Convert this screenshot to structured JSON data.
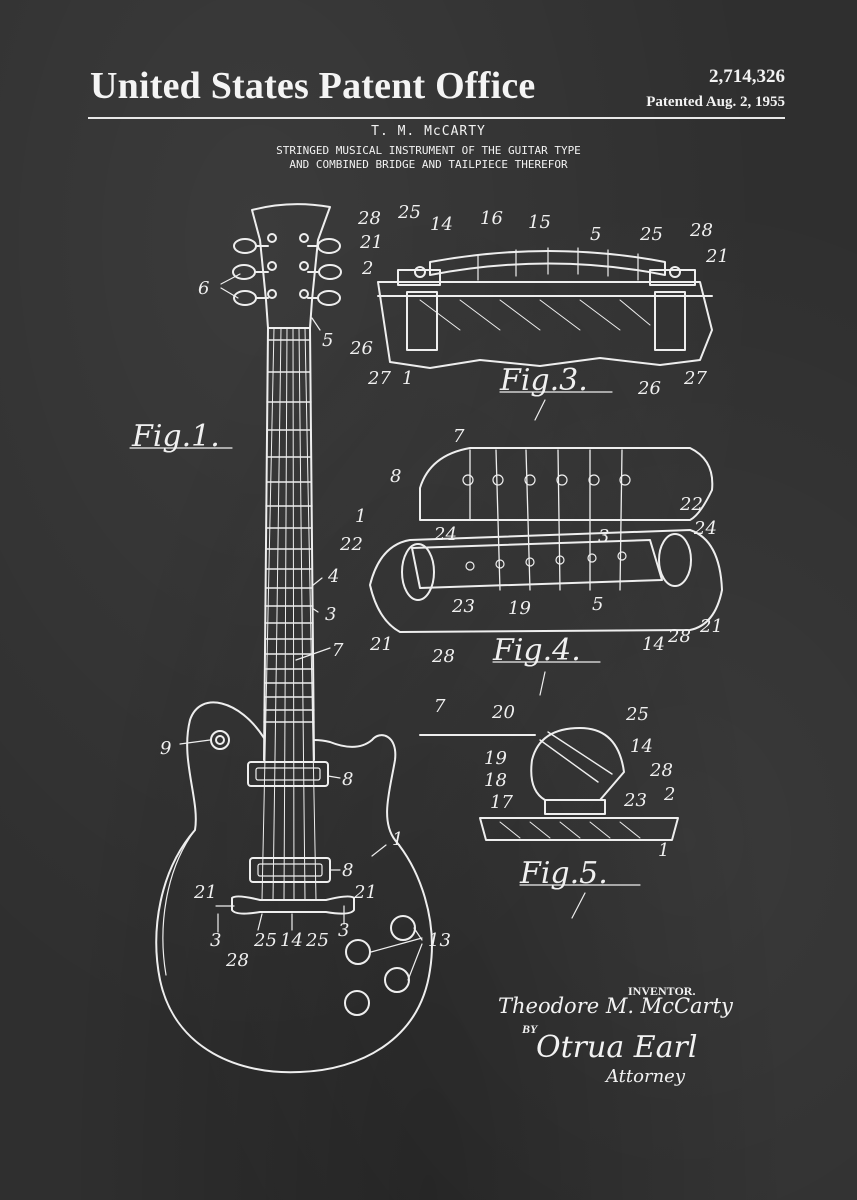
{
  "header": {
    "title": "United States Patent Office",
    "patent_number": "2,714,326",
    "patent_date": "Patented Aug. 2, 1955"
  },
  "patent": {
    "inventor_short": "T. M. McCARTY",
    "title_line_1": "STRINGED MUSICAL INSTRUMENT OF THE GUITAR TYPE",
    "title_line_2": "AND COMBINED BRIDGE AND TAILPIECE THEREFOR"
  },
  "figures": {
    "fig1": "Fig.1.",
    "fig3": "Fig.3.",
    "fig4": "Fig.4.",
    "fig5": "Fig.5."
  },
  "signature": {
    "inventor_label": "INVENTOR.",
    "inventor_name": "Theodore M. McCarty",
    "by_label": "BY",
    "attorney_signature": "Otrua Earl",
    "attorney_label": "Attorney"
  },
  "colors": {
    "chalkboard": "#2f2f2f",
    "chalk": "#f2f2f2"
  }
}
